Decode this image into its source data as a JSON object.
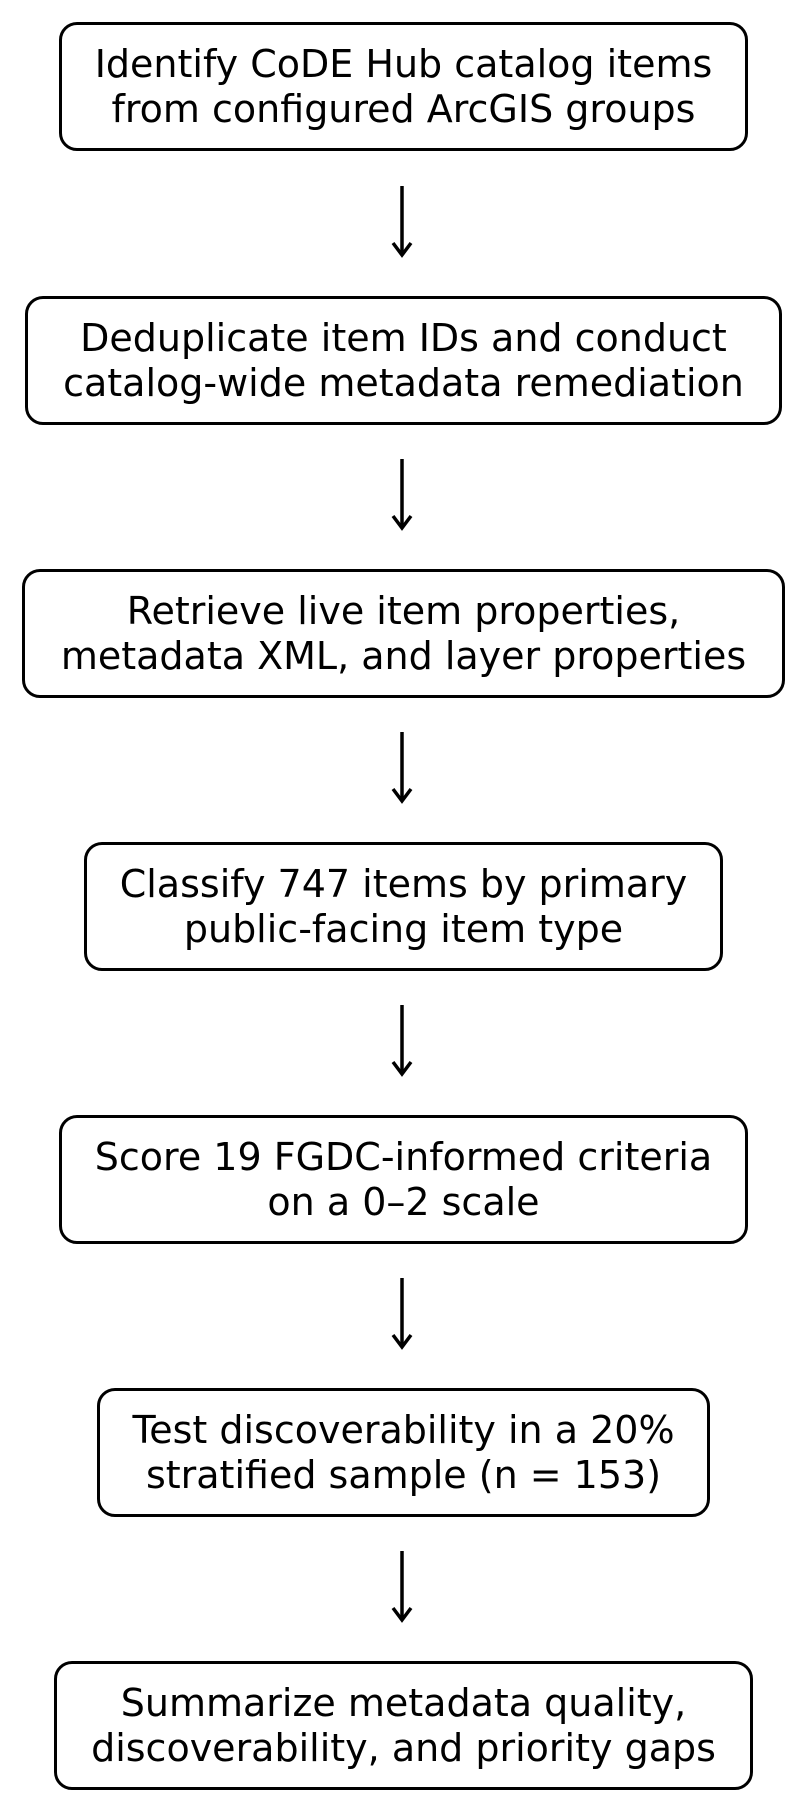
{
  "diagram": {
    "steps": [
      "Identify CoDE Hub catalog items\nfrom configured ArcGIS groups",
      "Deduplicate item IDs and conduct\ncatalog-wide metadata remediation",
      "Retrieve live item properties,\nmetadata XML, and layer properties",
      "Classify 747 items by primary\npublic-facing item type",
      "Score 19 FGDC-informed criteria\non a 0–2 scale",
      "Test discoverability in a 20%\nstratified sample (n = 153)",
      "Summarize metadata quality,\ndiscoverability, and priority gaps"
    ]
  }
}
